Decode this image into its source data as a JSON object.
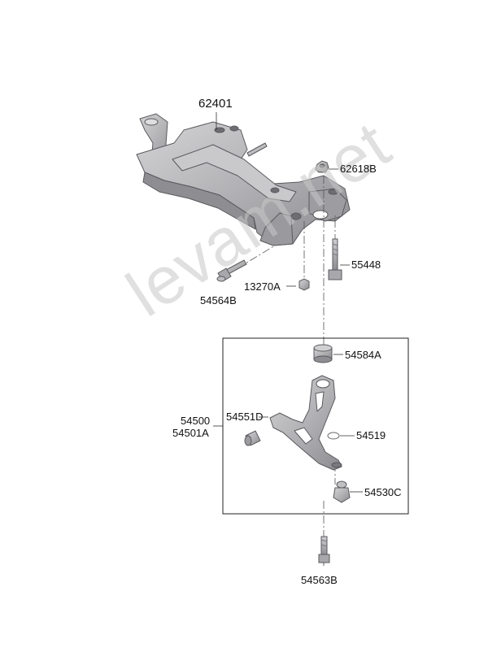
{
  "watermark": "levam.net",
  "labels": {
    "crossmember": "62401",
    "nut_62618b": "62618B",
    "bolt_55448": "55448",
    "bolt_54564b": "54564B",
    "nut_13270a": "13270A",
    "bushing_54584a": "54584A",
    "arm_assy_54500": "54500",
    "arm_assy_54501a": "54501A",
    "bushing_54551d": "54551D",
    "ring_54519": "54519",
    "ball_joint_54530c": "54530C",
    "bolt_54563b": "54563B"
  },
  "colors": {
    "part_fill": "#b4b4b6",
    "part_shade": "#8e8e92",
    "part_light": "#d6d6d8",
    "part_outline": "#5a5a5e",
    "leader_line": "#333333",
    "watermark": "#c8c8c8"
  }
}
